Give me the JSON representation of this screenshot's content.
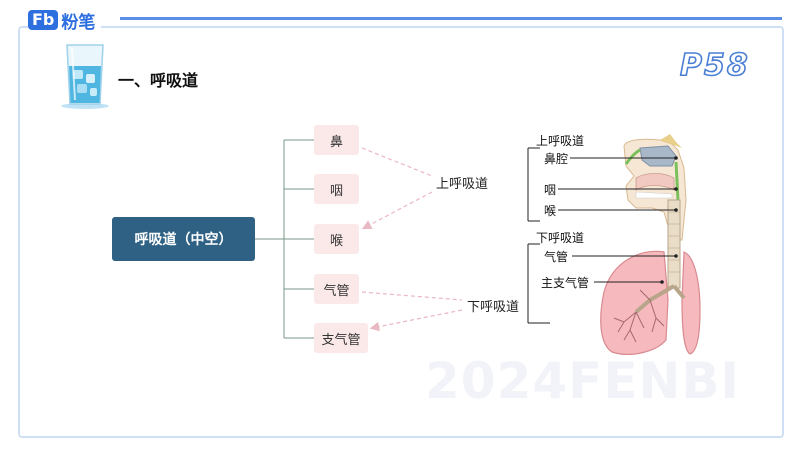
{
  "logo": {
    "mark": "Fb",
    "text": "粉笔"
  },
  "section": {
    "title": "一、呼吸道"
  },
  "page": {
    "number": "P58"
  },
  "watermark": {
    "text": "2024FENBI"
  },
  "mindmap": {
    "root": "呼吸道（中空）",
    "children": [
      "鼻",
      "咽",
      "喉",
      "气管",
      "支气管"
    ],
    "groups": {
      "upper": "上呼吸道",
      "lower": "下呼吸道"
    }
  },
  "anatomy": {
    "upper_heading": "上呼吸道",
    "upper_items": [
      "鼻腔",
      "咽",
      "喉"
    ],
    "lower_heading": "下呼吸道",
    "lower_items": [
      "气管",
      "主支气管"
    ]
  }
}
